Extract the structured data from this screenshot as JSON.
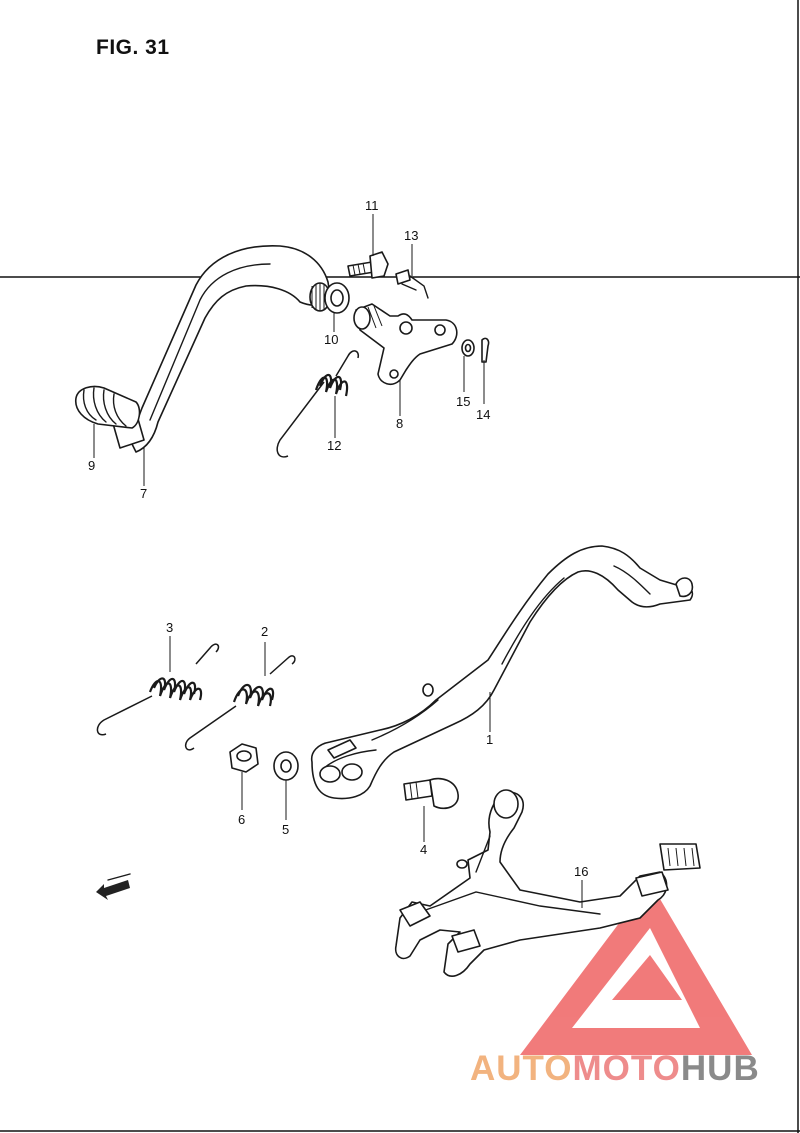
{
  "figure": {
    "title": "FIG. 31"
  },
  "part_labels": [
    {
      "id": "p11",
      "text": "11"
    },
    {
      "id": "p13",
      "text": "13"
    },
    {
      "id": "p10",
      "text": "10"
    },
    {
      "id": "p7",
      "text": "7"
    },
    {
      "id": "p9",
      "text": "9"
    },
    {
      "id": "p12",
      "text": "12"
    },
    {
      "id": "p8",
      "text": "8"
    },
    {
      "id": "p15",
      "text": "15"
    },
    {
      "id": "p14",
      "text": "14"
    },
    {
      "id": "p3",
      "text": "3"
    },
    {
      "id": "p2",
      "text": "2"
    },
    {
      "id": "p1",
      "text": "1"
    },
    {
      "id": "p6",
      "text": "6"
    },
    {
      "id": "p5",
      "text": "5"
    },
    {
      "id": "p4",
      "text": "4"
    },
    {
      "id": "p16",
      "text": "16"
    }
  ],
  "watermark": {
    "part1": "AUTO",
    "part2": "MOTO",
    "part3": "HUB",
    "colors": {
      "auto": "#f2b37f",
      "moto": "#ee8c8c",
      "hub": "#8a8a8a",
      "triangle": "#ee5a5a"
    }
  }
}
